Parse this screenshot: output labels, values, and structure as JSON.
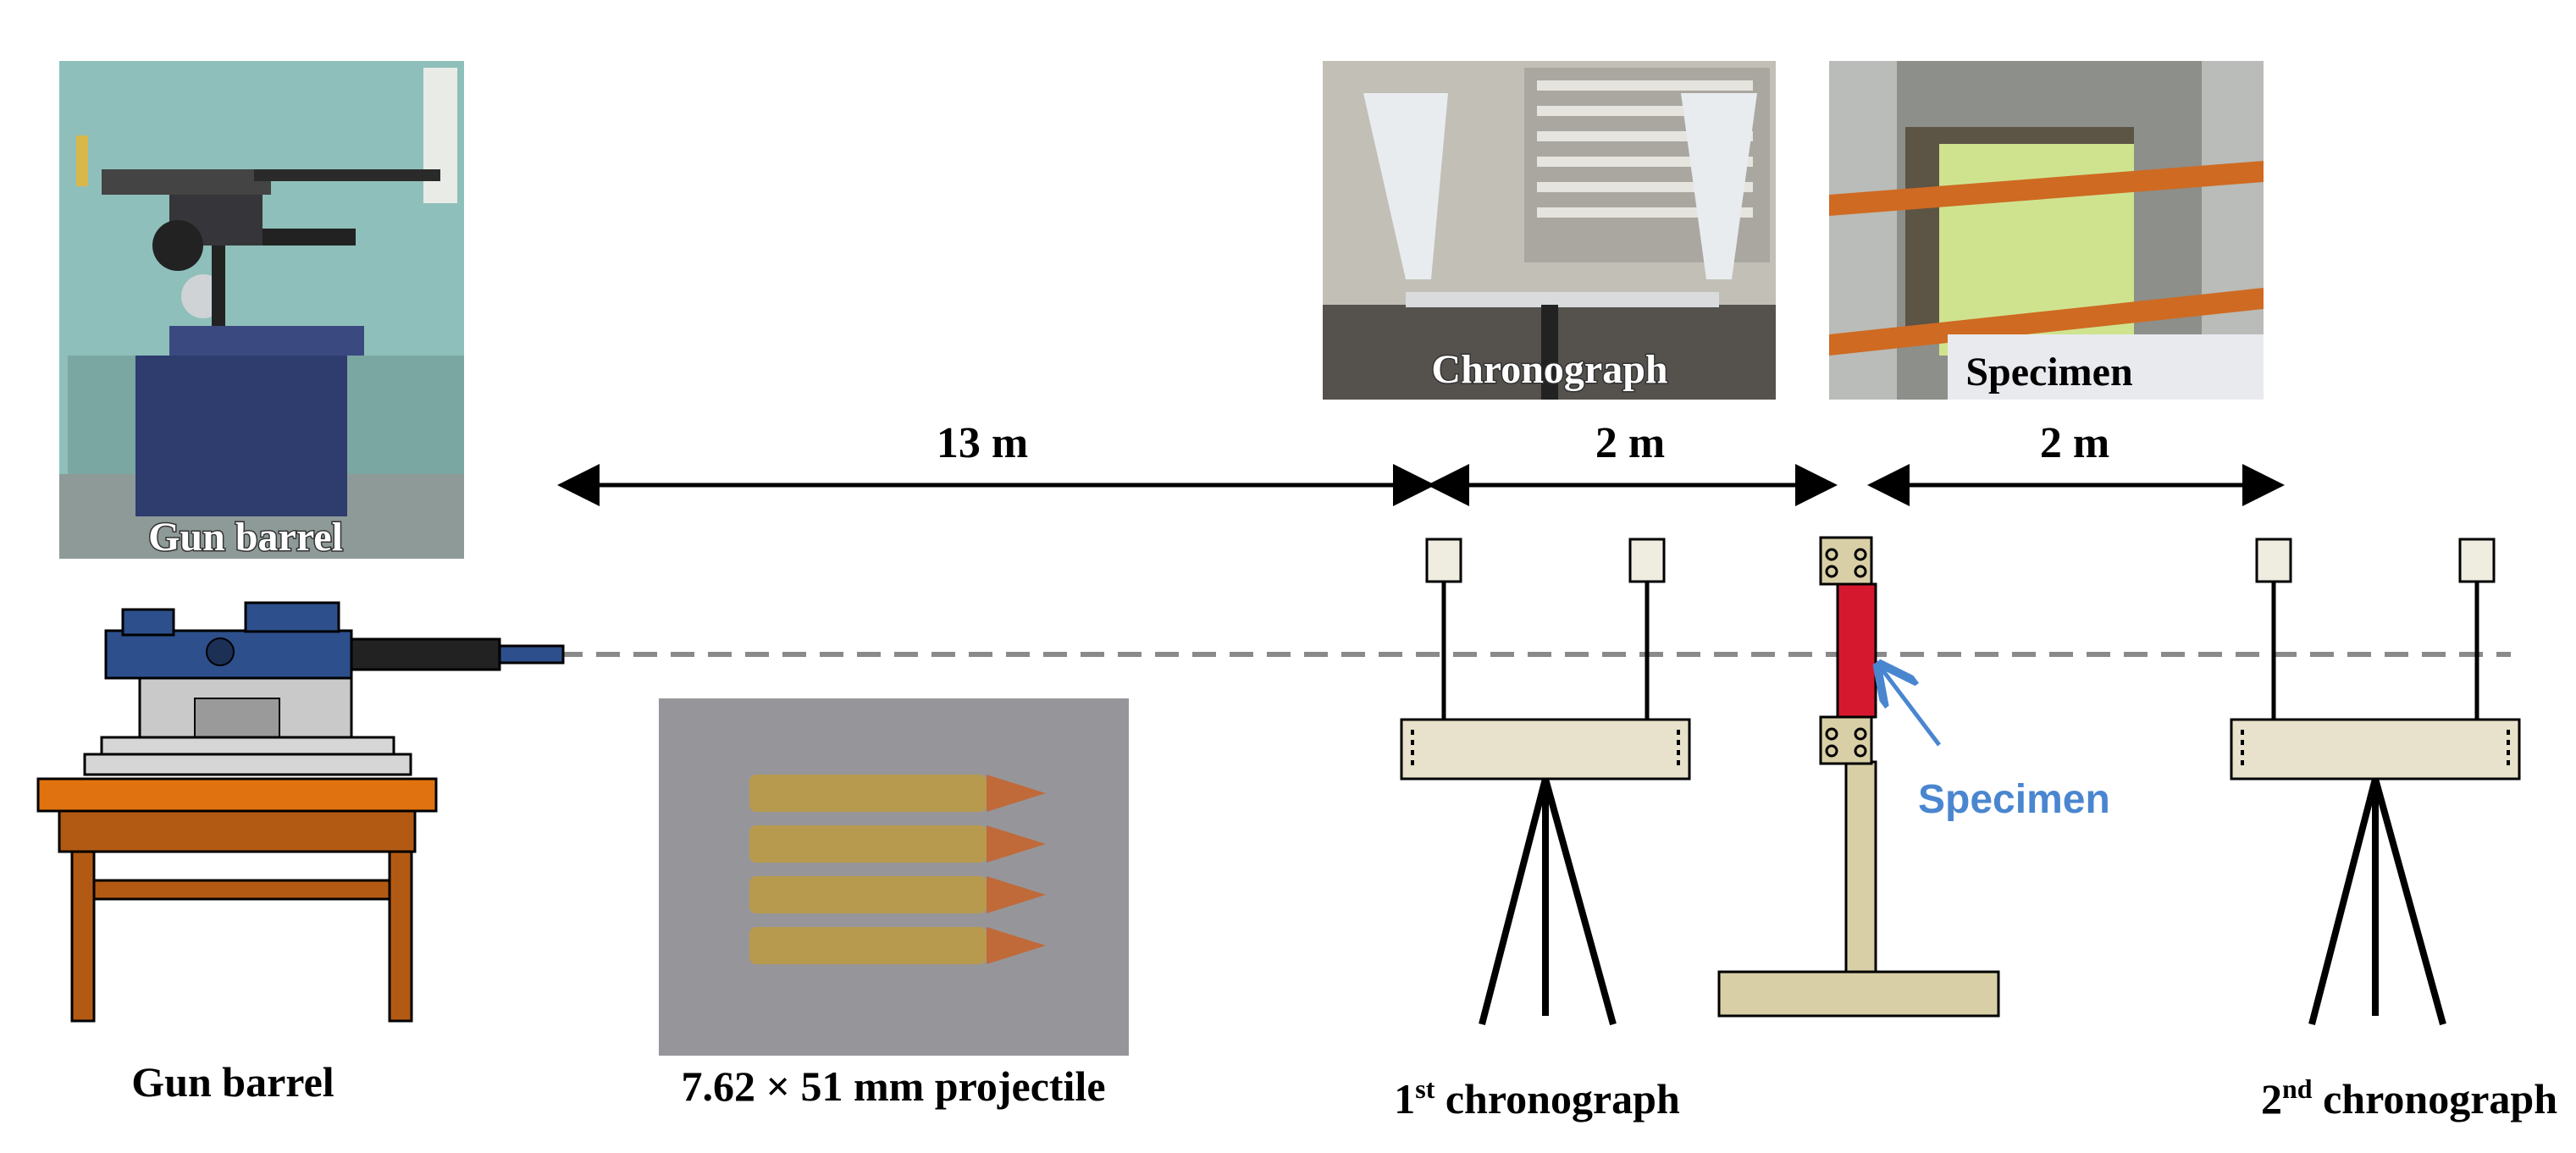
{
  "photos": {
    "gun_barrel": "Gun barrel",
    "chronograph": "Chronograph",
    "specimen": "Specimen"
  },
  "distances": {
    "gun_to_first": "13 m",
    "first_to_specimen": "2 m",
    "specimen_to_second": "2 m"
  },
  "labels": {
    "gun_barrel": "Gun barrel",
    "projectile": "7.62 × 51 mm projectile",
    "first_chrono_num": "1",
    "first_chrono_sup": "st",
    "first_chrono_word": " chronograph",
    "second_chrono_num": "2",
    "second_chrono_sup": "nd",
    "second_chrono_word": " chronograph",
    "specimen_pointer": "Specimen"
  },
  "colors": {
    "specimen_red": "#d6182f",
    "table_orange": "#e0730f",
    "table_leg": "#b25a14",
    "gun_blue": "#2d4f8c",
    "beige": "#e8e2cc",
    "pointer_blue": "#4a86d0"
  }
}
